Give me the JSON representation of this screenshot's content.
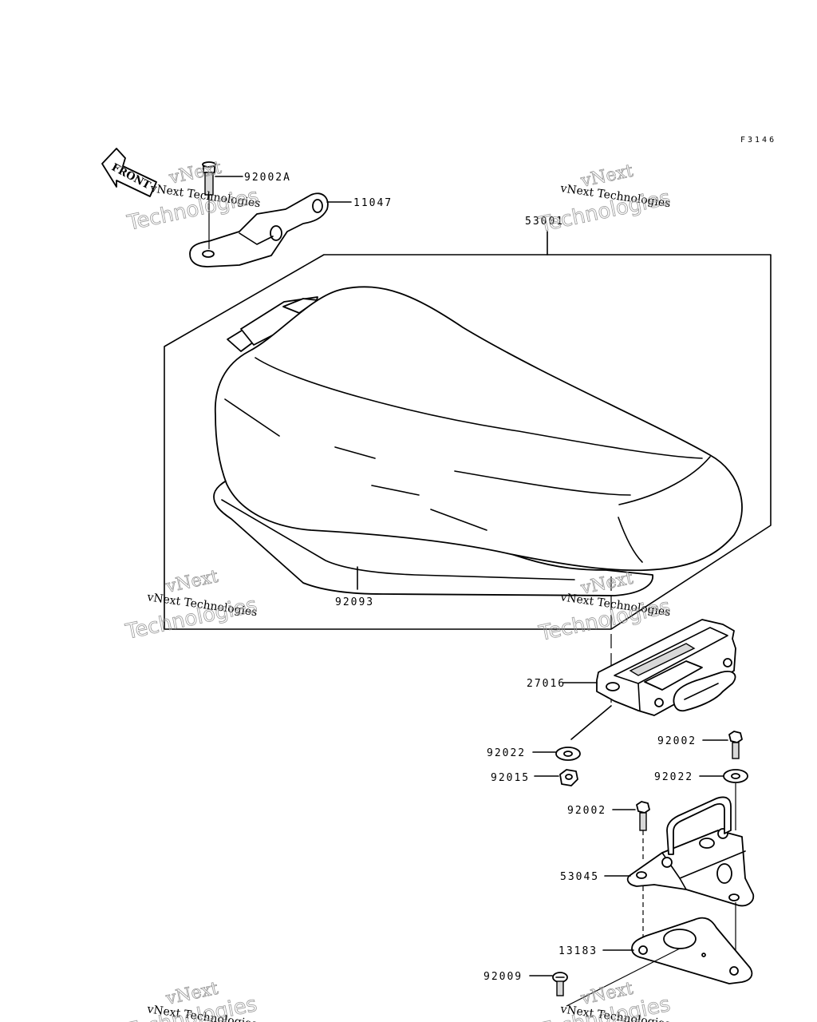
{
  "figure_code": "F3146",
  "front_label": "FRONT",
  "watermark": {
    "brand": "vNext",
    "line1": "vNext Technologies",
    "line2": "Technologies"
  },
  "parts": {
    "p92002A": "92002A",
    "p11047": "11047",
    "p53001": "53001",
    "p92093": "92093",
    "p27016": "27016",
    "p92022a": "92022",
    "p92015": "92015",
    "p92002b": "92002",
    "p92022b": "92022",
    "p92002c": "92002",
    "p53045": "53045",
    "p13183": "13183",
    "p92009": "92009"
  }
}
